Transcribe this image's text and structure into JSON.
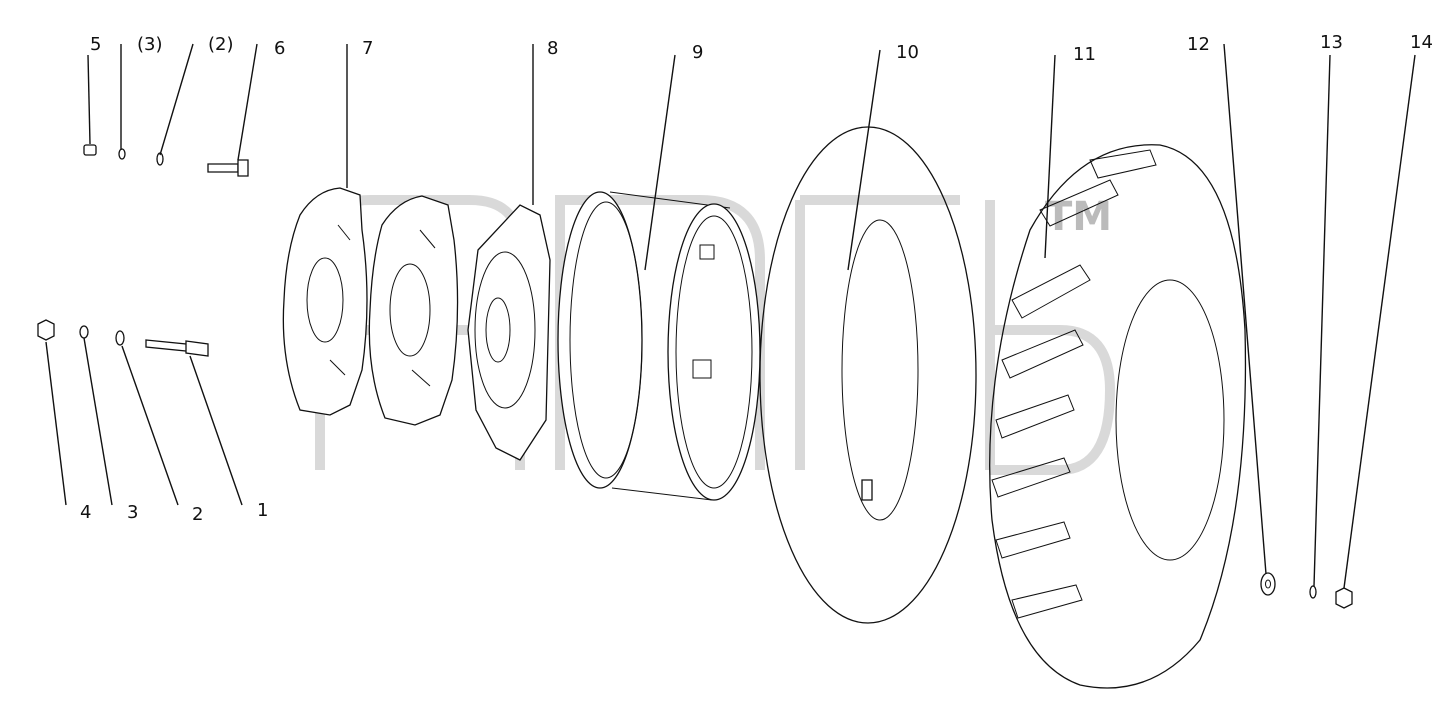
{
  "labels": {
    "p1": "1",
    "p2": "2",
    "p3": "3",
    "p4": "4",
    "p5": "5",
    "p3b": "(3)",
    "p2b": "(2)",
    "p6": "6",
    "p7": "7",
    "p8": "8",
    "p9": "9",
    "p10": "10",
    "p11": "11",
    "p12": "12",
    "p13": "13",
    "p14": "14"
  },
  "watermark": {
    "text": "TM"
  }
}
